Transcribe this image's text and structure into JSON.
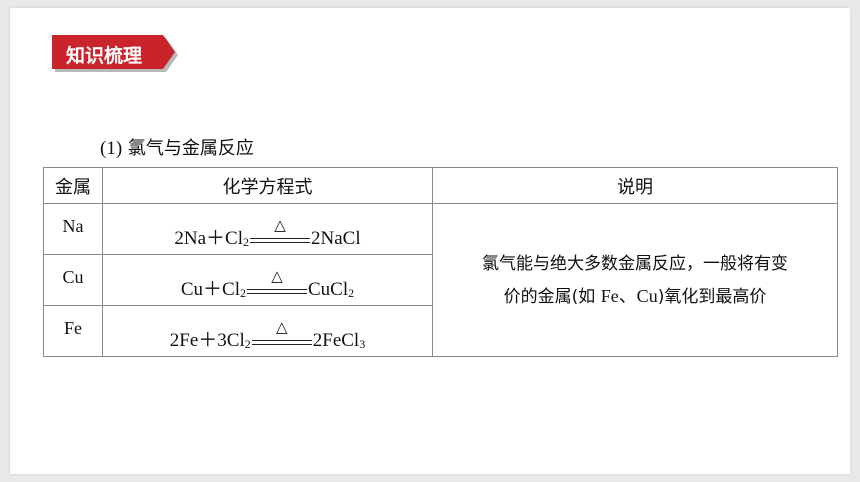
{
  "banner": {
    "label": "知识梳理",
    "color": "#c9242b"
  },
  "section": {
    "number": "(1)",
    "title": "氯气与金属反应"
  },
  "table": {
    "headers": [
      "金属",
      "化学方程式",
      "说明"
    ],
    "rows": [
      {
        "metal": "Na",
        "lhs_pre": "2Na＋Cl",
        "lhs_sub": "2",
        "condition": "△",
        "rhs_pre": "2NaCl",
        "rhs_sub": "",
        "rhs_post": ""
      },
      {
        "metal": "Cu",
        "lhs_pre": "Cu＋Cl",
        "lhs_sub": "2",
        "condition": "△",
        "rhs_pre": "CuCl",
        "rhs_sub": "2",
        "rhs_post": ""
      },
      {
        "metal": "Fe",
        "lhs_pre": "2Fe＋3Cl",
        "lhs_sub": "2",
        "condition": "△",
        "rhs_pre": "2FeCl",
        "rhs_sub": "3",
        "rhs_post": ""
      }
    ],
    "note": {
      "line1": "氯气能与绝大多数金属反应，一般将有变",
      "line2_a": "价的金属(如 ",
      "line2_b": "Fe、Cu",
      "line2_c": ")氧化到最高价"
    }
  }
}
